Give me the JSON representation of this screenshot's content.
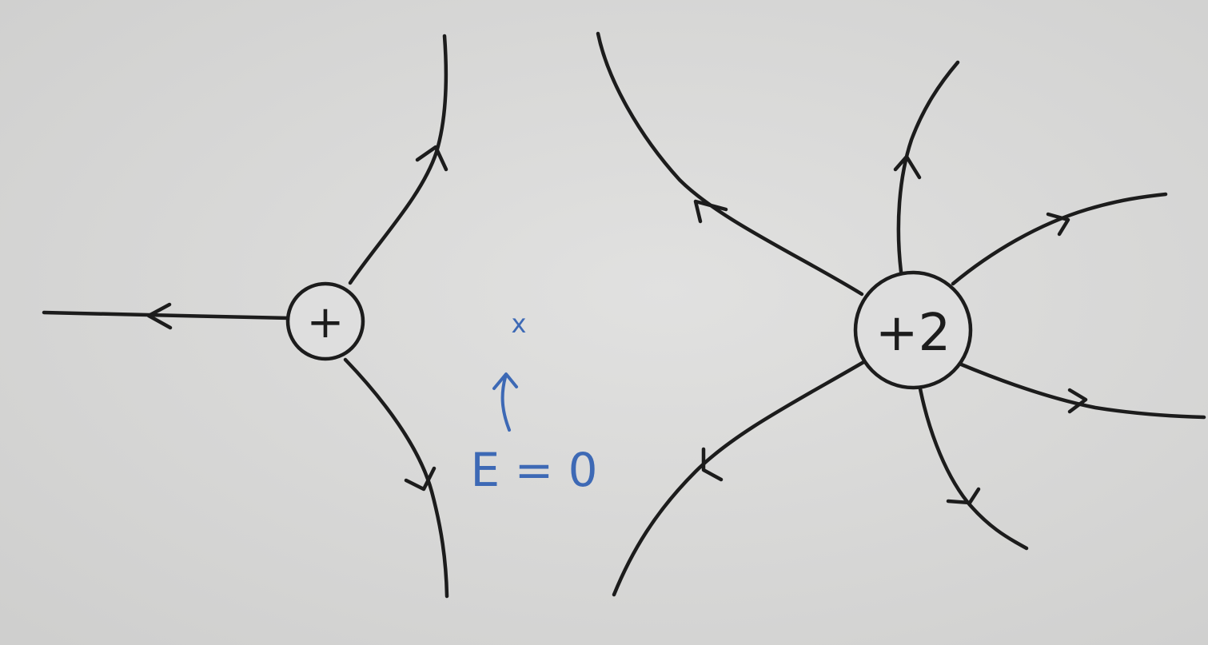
{
  "colors": {
    "paper": "#dcdcdb",
    "ink": "#1c1c1c",
    "annotation": "#3d69b5"
  },
  "charges": {
    "left": {
      "label": "+",
      "magnitude": 1
    },
    "right": {
      "label": "+2",
      "magnitude": 2
    }
  },
  "annotation": {
    "null_point_marker": "x",
    "label": "E = 0"
  }
}
